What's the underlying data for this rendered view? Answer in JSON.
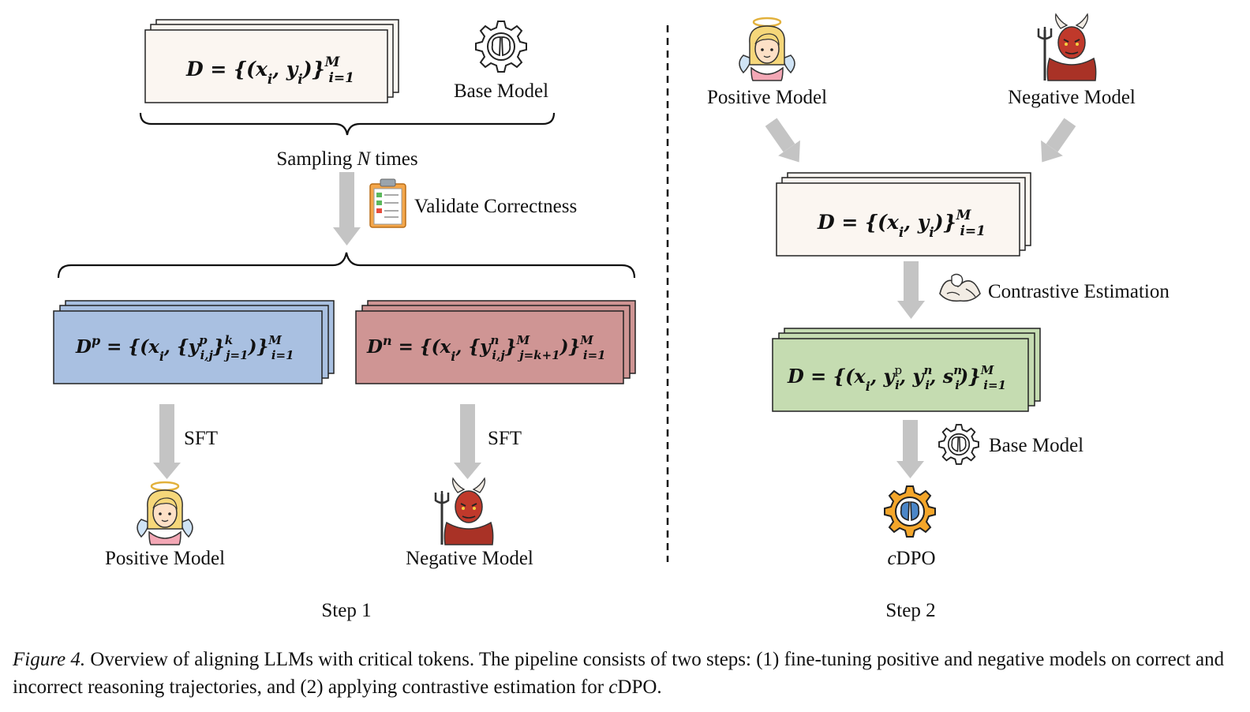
{
  "step1": {
    "base_model_label": "Base Model",
    "sampling_label": "Sampling N times",
    "sampling_prefix": "Sampling ",
    "sampling_var": "N",
    "sampling_suffix": " times",
    "validate_label": "Validate Correctness",
    "sft_left": "SFT",
    "sft_right": "SFT",
    "positive_model": "Positive Model",
    "negative_model": "Negative Model",
    "step_label": "Step 1"
  },
  "step2": {
    "positive_model": "Positive Model",
    "negative_model": "Negative Model",
    "contrastive_label": "Contrastive Estimation",
    "base_model_label": "Base Model",
    "output_prefix": "c",
    "output_suffix": "DPO",
    "step_label": "Step 2"
  },
  "caption": {
    "figure_label": "Figure 4.",
    "text": " Overview of aligning LLMs with critical tokens. The pipeline consists of two steps: (1) fine-tuning positive and negative models on correct and incorrect reasoning trajectories, and (2) applying contrastive estimation for ",
    "text_italic": "c",
    "text_end": "DPO."
  },
  "colors": {
    "dataset_fill": "#fbf6f1",
    "positive_fill": "#a9c0e1",
    "negative_fill": "#cf9594",
    "pairs_fill": "#c5dcb1",
    "arrow": "#c4c4c4",
    "gear_orange": "#f4a62a",
    "brain_blue": "#4a86c8",
    "devil_red": "#c0392b",
    "angel_hair": "#f6d77a"
  },
  "icons": [
    "gear-brain-icon",
    "clipboard-checklist-icon",
    "angel-icon",
    "devil-icon",
    "arm-wrestling-icon",
    "gear-brain-orange-icon"
  ]
}
